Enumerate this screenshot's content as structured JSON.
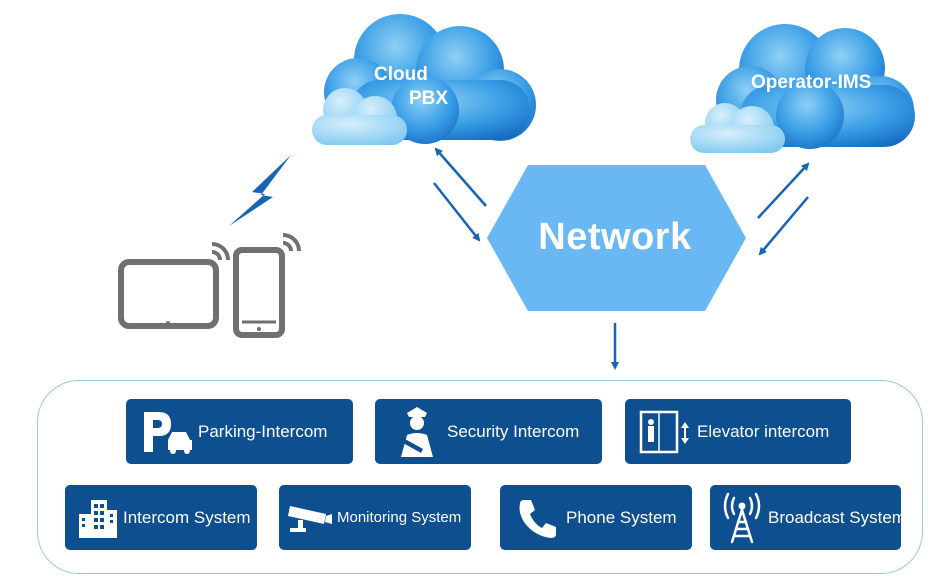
{
  "clouds": {
    "cloud_pbx": {
      "line1": "Cloud",
      "line2": "PBX"
    },
    "operator_ims": {
      "label": "Operator-IMS"
    }
  },
  "network": {
    "label": "Network"
  },
  "colors": {
    "cloud_dark": "#1a7fd4",
    "cloud_light": "#6fc0f0",
    "network_hex": "#6ab8f3",
    "arrow": "#1763b6",
    "box": "#0e4f8f",
    "device_gray": "#707070",
    "panel_border": "#9cc6e6"
  },
  "systems": [
    {
      "label": "Parking-Intercom",
      "icon": "parking-car-icon"
    },
    {
      "label": "Security Intercom",
      "icon": "security-guard-icon"
    },
    {
      "label": "Elevator intercom",
      "icon": "elevator-icon"
    },
    {
      "label": "Intercom System",
      "icon": "buildings-icon"
    },
    {
      "label": "Monitoring System",
      "icon": "cctv-camera-icon"
    },
    {
      "label": "Phone System",
      "icon": "phone-handset-icon"
    },
    {
      "label": "Broadcast System",
      "icon": "broadcast-tower-icon"
    }
  ]
}
